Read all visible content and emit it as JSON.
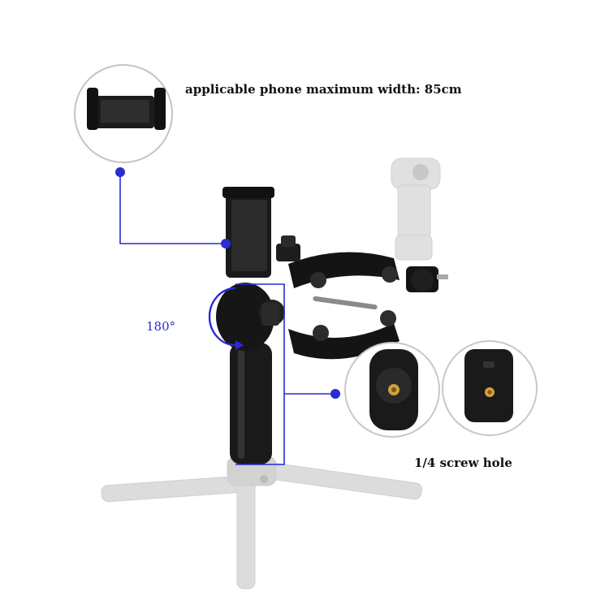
{
  "callouts": {
    "phone_width": "applicable phone maximum  width: 85cm",
    "screw_hole": "1/4 screw hole",
    "rotation": "180°"
  },
  "colors": {
    "accent": "#2b2bd6",
    "product": "#1a1a1a",
    "ghost": "#d9d9d9",
    "circle_border": "#bdbdbd"
  },
  "icons": {
    "phone_clamp": "phone-clamp-detail",
    "bottom_view": "screw-hole-bottom-view",
    "side_view": "screw-hole-side-view"
  }
}
